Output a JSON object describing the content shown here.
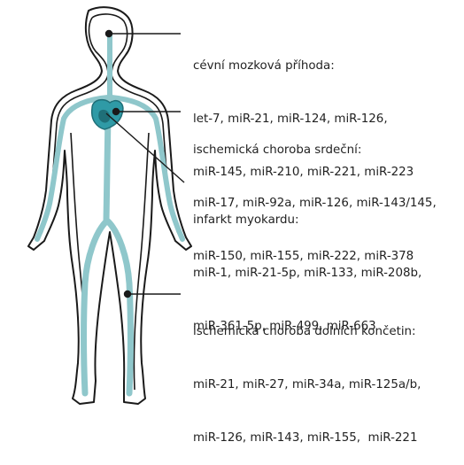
{
  "annotations": {
    "stroke": {
      "title": "cévní mozková příhoda:",
      "line1": "let-7, miR-21, miR-124, miR-126,",
      "line2": "miR-145, miR-210, miR-221, miR-223"
    },
    "ischemic_heart_disease": {
      "title": "ischemická choroba srdeční:",
      "line1": "miR-17, miR-92a, miR-126, miR-143/145,",
      "line2": "miR-150, miR-155, miR-222, miR-378"
    },
    "myocardial_infarction": {
      "title": "infarkt myokardu:",
      "line1": "miR-1, miR-21-5p, miR-133, miR-208b,",
      "line2": "miR-361-5p, miR-499, miR-663"
    },
    "lower_limb_ischemia": {
      "title": "ischemická choroba dolních končetin:",
      "line1": "miR-21, miR-27, miR-34a, miR-125a/b,",
      "line2": "miR-126, miR-143, miR-155,  miR-221"
    }
  },
  "colors": {
    "outline": "#1a1a1a",
    "vessel": "#8fc7cb",
    "heart": "#2f9aa6",
    "heart_dark": "#1f6f78",
    "text": "#222222"
  }
}
